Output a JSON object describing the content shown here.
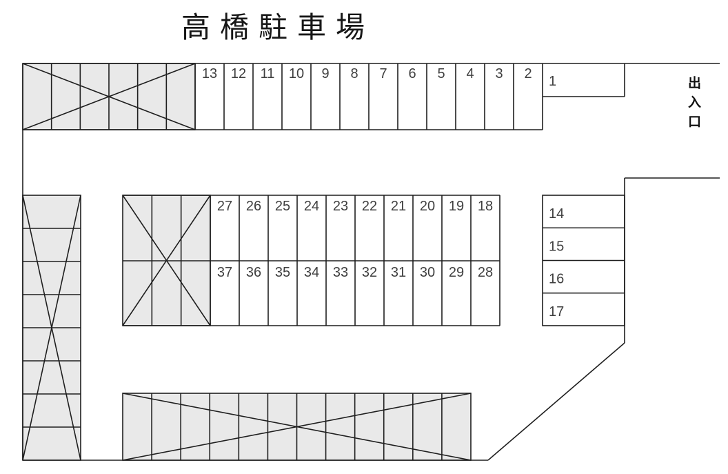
{
  "title": "高橋駐車場",
  "entrance": {
    "label": "出入口"
  },
  "colors": {
    "background": "#ffffff",
    "blocked_fill": "#e9e9e9",
    "line": "#1f1f1f",
    "number_text": "#3f3f3f",
    "title_text": "#171717"
  },
  "spaces": {
    "entrance_space": "1",
    "top_row": [
      "13",
      "12",
      "11",
      "10",
      "9",
      "8",
      "7",
      "6",
      "5",
      "4",
      "3",
      "2"
    ],
    "middle_upper_row": [
      "27",
      "26",
      "25",
      "24",
      "23",
      "22",
      "21",
      "20",
      "19",
      "18"
    ],
    "middle_lower_row": [
      "37",
      "36",
      "35",
      "34",
      "33",
      "32",
      "31",
      "30",
      "29",
      "28"
    ],
    "right_column": [
      "14",
      "15",
      "16",
      "17"
    ]
  },
  "blocked_areas": [
    {
      "name": "top-left-block",
      "orientation": "vertical-stalls",
      "stalls": 6
    },
    {
      "name": "middle-left-block",
      "orientation": "vertical-stalls",
      "stalls": 3
    },
    {
      "name": "left-column-block",
      "orientation": "horizontal-stalls",
      "stalls": 8
    },
    {
      "name": "bottom-strip-block",
      "orientation": "vertical-stalls",
      "stalls": 12
    }
  ]
}
